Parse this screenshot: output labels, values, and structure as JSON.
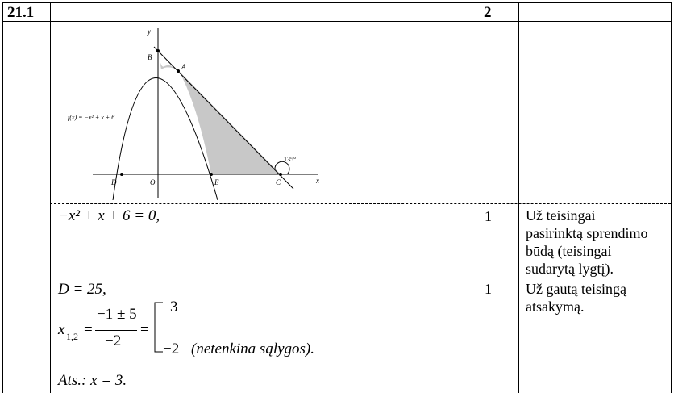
{
  "header": {
    "task_number": "21.1",
    "points_total": "2"
  },
  "figure": {
    "func_label": "f(x) = −x² + x + 6",
    "angle_label": "135°",
    "points": {
      "A": "A",
      "B": "B",
      "C": "C",
      "D": "D",
      "E": "E",
      "O": "O"
    },
    "axes": {
      "x": "x",
      "y": "y"
    }
  },
  "rows": [
    {
      "solution": "−x² + x + 6 = 0,",
      "points": "1",
      "criterion": [
        "Už teisingai",
        "pasirinktą sprendimo",
        "būdą (teisingai",
        "sudarytą lygtį)."
      ]
    },
    {
      "solution_lines": {
        "discriminant": "D = 25,",
        "roots_lhs": "x",
        "roots_sub": "1,2",
        "numerator": "−1 ± 5",
        "denominator": "−2",
        "root1": "3",
        "root2": "−2",
        "root2_note": "(netenkina sąlygos).",
        "answer_label": "Ats.:",
        "answer": "x = 3."
      },
      "points": "1",
      "criterion": [
        "Už gautą teisingą",
        "atsakymą."
      ]
    }
  ]
}
